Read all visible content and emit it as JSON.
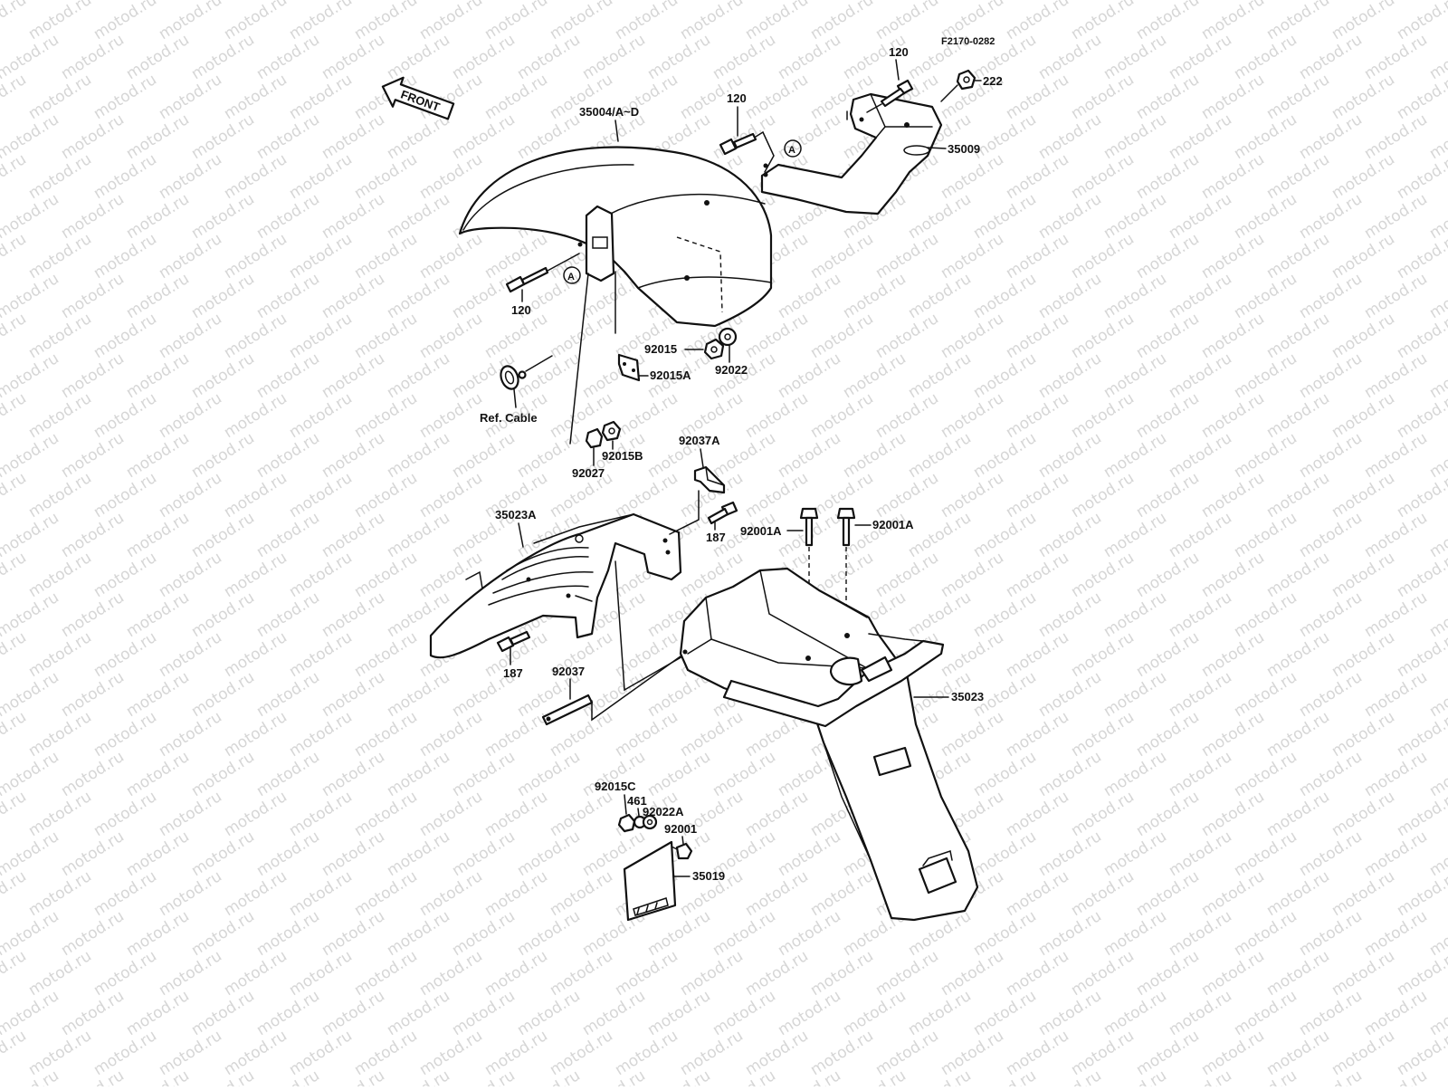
{
  "watermark_text": "motod.ru",
  "diagram_code": "F2170-0282",
  "front_label": "FRONT",
  "ref_marker": "A",
  "labels": {
    "front_fender": "35004/A~D",
    "bolt_120_top": "120",
    "bolt_120_mid": "120",
    "bolt_120_left": "120",
    "nut_222": "222",
    "bracket_35009": "35009",
    "n92015": "92015",
    "n92022": "92022",
    "n92015A": "92015A",
    "ref_cable": "Ref. Cable",
    "n92015B": "92015B",
    "n92027": "92027",
    "n92037A": "92037A",
    "n35023A": "35023A",
    "bolt_187_top": "187",
    "bolt_187_low": "187",
    "n92001A_left": "92001A",
    "n92001A_right": "92001A",
    "n92037": "92037",
    "n35023": "35023",
    "n92015C": "92015C",
    "n461": "461",
    "n92022A": "92022A",
    "n92001": "92001",
    "n35019": "35019"
  }
}
